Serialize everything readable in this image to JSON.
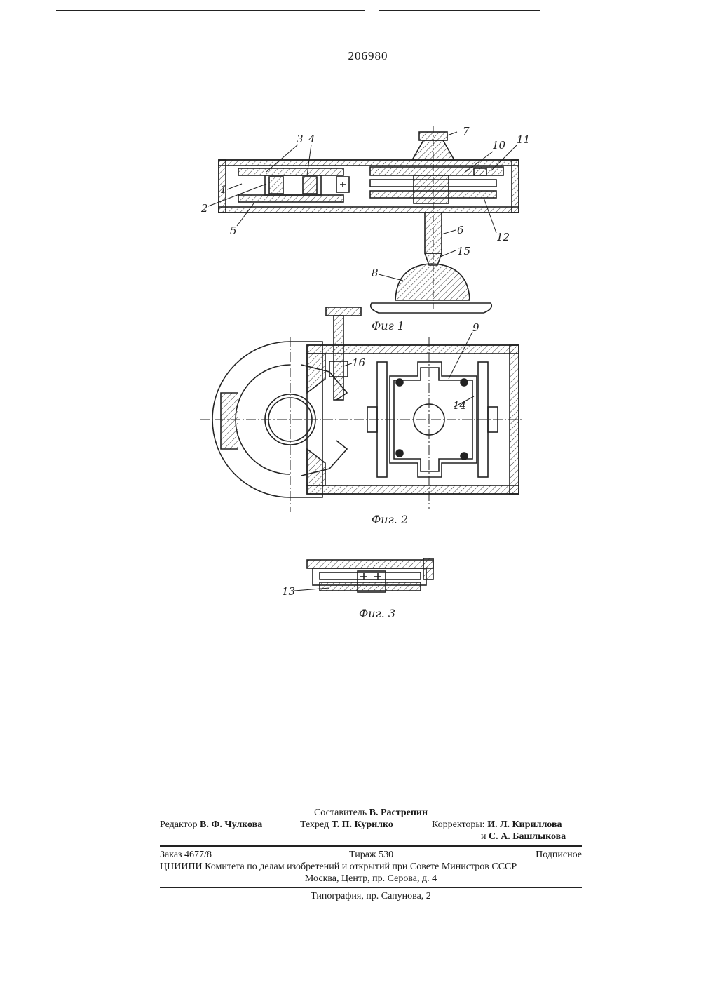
{
  "patent_number": "206980",
  "figures": {
    "fig1": {
      "caption": "Фиг 1",
      "callouts": [
        "3",
        "4",
        "7",
        "10",
        "11",
        "1",
        "2",
        "5",
        "6",
        "12",
        "15",
        "8"
      ]
    },
    "fig2": {
      "caption": "Фиг. 2",
      "callouts": [
        "9",
        "16",
        "14"
      ]
    },
    "fig3": {
      "caption": "Фиг. 3",
      "callouts": [
        "13"
      ]
    }
  },
  "imprint": {
    "compiler_label": "Составитель",
    "compiler_name": "В. Растрепин",
    "editor_label": "Редактор",
    "editor_name": "В. Ф. Чулкова",
    "techred_label": "Техред",
    "techred_name": "Т. П. Курилко",
    "correctors_label": "Корректоры:",
    "corrector_1": "И. Л. Кириллова",
    "corrector_2_prefix": "и",
    "corrector_2": "С. А. Башлыкова",
    "order": "Заказ 4677/8",
    "circulation": "Тираж 530",
    "subscription": "Подписное",
    "institute": "ЦНИИПИ Комитета по делам изобретений и открытий при Совете Министров СССР",
    "address": "Москва, Центр, пр. Серова, д. 4",
    "printing_house": "Типография, пр. Сапунова, 2"
  }
}
